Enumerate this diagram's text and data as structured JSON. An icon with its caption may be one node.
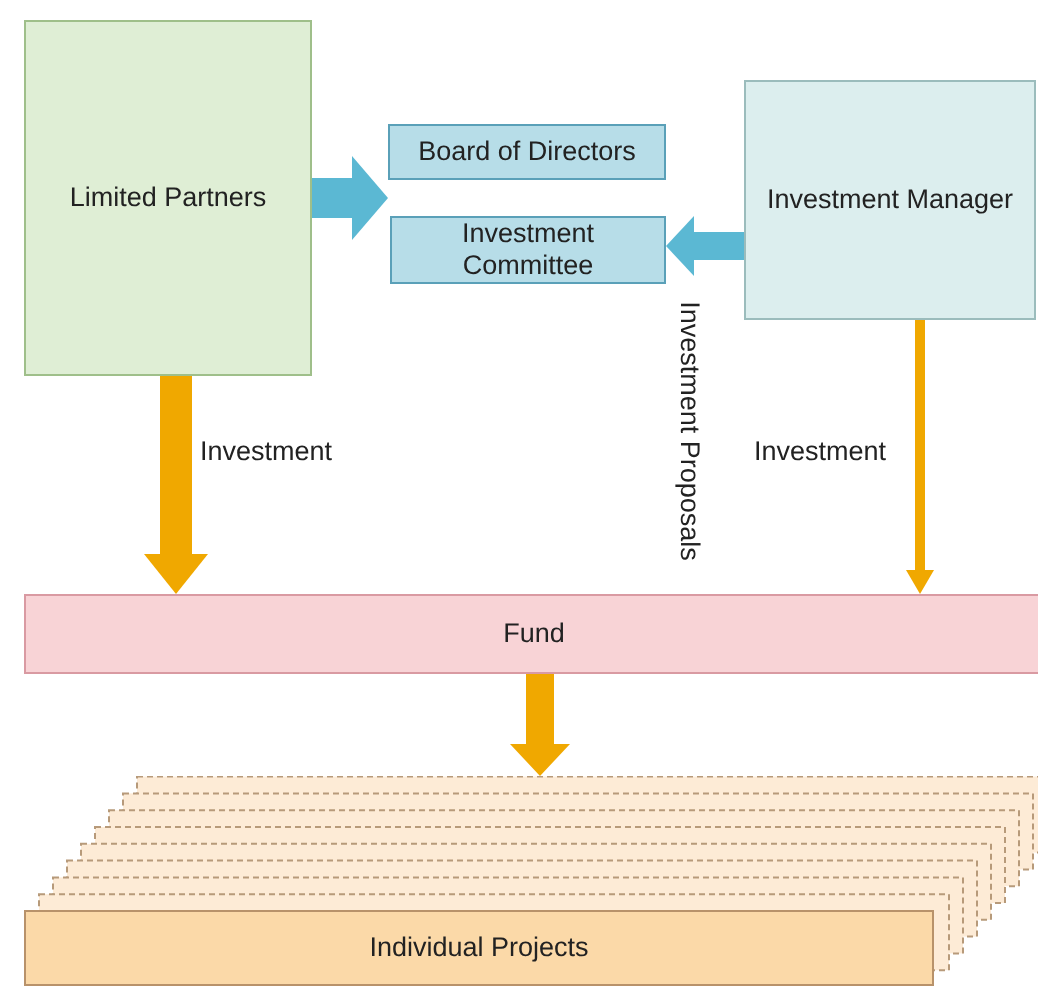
{
  "diagram": {
    "nodes": [
      {
        "text": [
          "Limited Partners"
        ]
      },
      {
        "text": [
          "Board of Directors"
        ]
      },
      {
        "text": [
          "Investment Committee"
        ]
      },
      {
        "text": [
          "Investment Manager"
        ]
      },
      {
        "text": [
          "Fund"
        ]
      },
      {
        "text": [
          "Individual Projects"
        ]
      }
    ],
    "edges": [
      {
        "from": 0,
        "to": 1,
        "arrow": "to",
        "color": "#5bb8d3"
      },
      {
        "from": 0,
        "to": 2,
        "arrow": "to",
        "color": "#5bb8d3"
      },
      {
        "from": 3,
        "to": 2,
        "arrow": "to",
        "color": "#5bb8d3"
      },
      {
        "from": 0,
        "to": 4,
        "arrow": "to",
        "label": "Investment",
        "color": "#f0a800"
      },
      {
        "from": 3,
        "to": 4,
        "arrow": "to",
        "label": "Investment",
        "color": "#f0a800"
      },
      {
        "from": 4,
        "to": 5,
        "arrow": "to",
        "color": "#f0a800"
      }
    ],
    "labels": [
      "Investment Proposals"
    ]
  }
}
